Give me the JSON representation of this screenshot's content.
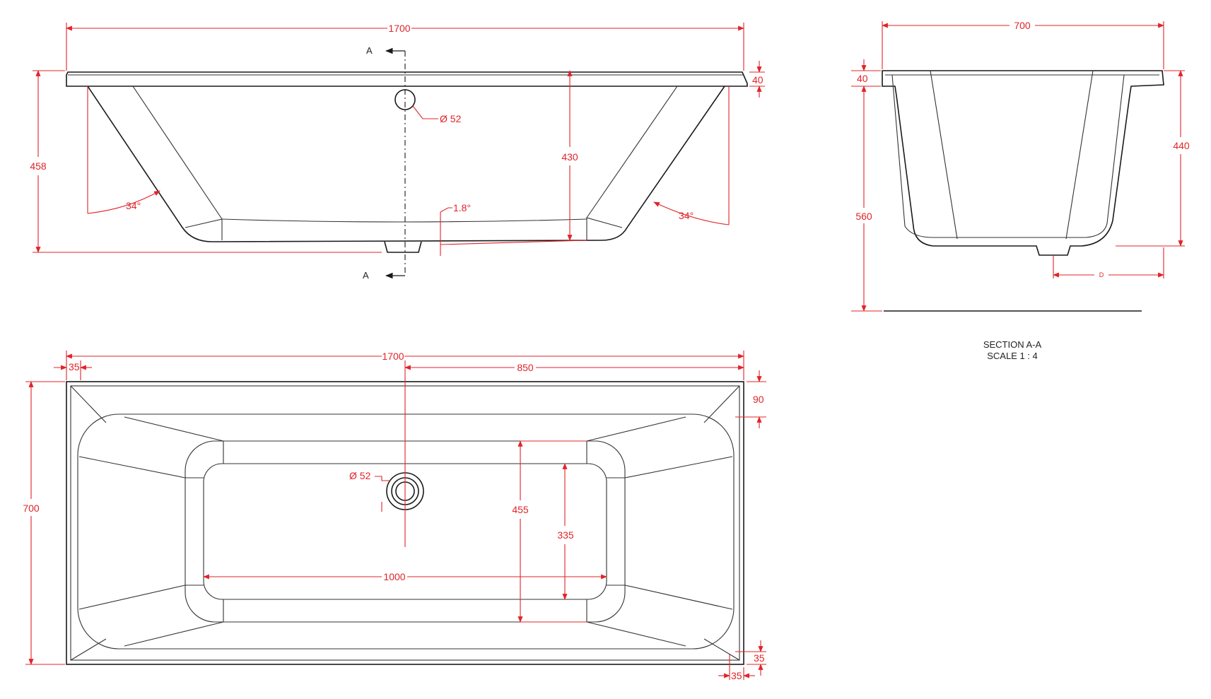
{
  "colors": {
    "dimension": "#e0242a",
    "outline": "#1a1a1a",
    "background": "#ffffff"
  },
  "side_view": {
    "length": "1700",
    "rim": "40",
    "height": "458",
    "depth": "430",
    "waste_diameter": "Ø 52",
    "slope": "1.8°",
    "angle_left": "34°",
    "angle_right": "34°",
    "section_marker": "A"
  },
  "section_view": {
    "width": "700",
    "rim": "40",
    "inner_height": "440",
    "overall_height": "560",
    "waste_marker": "D",
    "title": "SECTION A-A",
    "scale": "SCALE 1 : 4"
  },
  "plan_view": {
    "length": "1700",
    "half_length": "850",
    "corner_offset": "35",
    "rim_width": "90",
    "width": "700",
    "waste_diameter": "Ø 52",
    "basin_width": "455",
    "floor_width": "335",
    "floor_length": "1000",
    "bottom_offset": "35",
    "right_offset": "35"
  }
}
